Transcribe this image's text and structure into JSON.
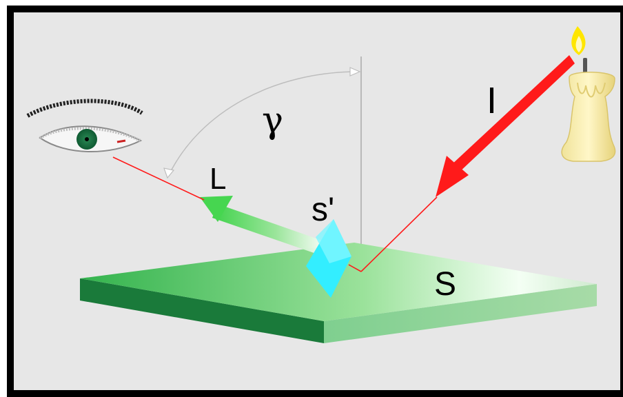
{
  "labels": {
    "incident": "I",
    "reflected": "L",
    "angle": "γ",
    "facet": "s'",
    "surface": "S"
  },
  "colors": {
    "background": "#e7e7e7",
    "frame": "#000000",
    "incident_ray": "#ff1a1a",
    "reflected_arrow": "#55dd55",
    "facet": "#33eeff",
    "surface_dark": "#1a7a3a",
    "surface_light": "#f4fff4",
    "angle_arc": "#bbbbbb"
  },
  "icons": {
    "observer": "eye-icon",
    "light_source": "candle-icon"
  }
}
